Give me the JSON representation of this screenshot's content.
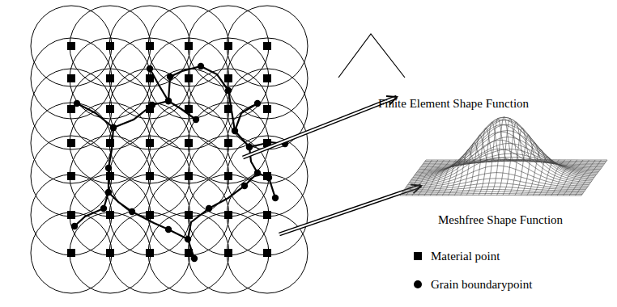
{
  "diagram": {
    "labels": [
      "Finite Element Shape Function",
      "Meshfree Shape Function"
    ],
    "legend": [
      {
        "text": "Material point"
      },
      {
        "text": "Grain boundarypoint"
      }
    ]
  }
}
